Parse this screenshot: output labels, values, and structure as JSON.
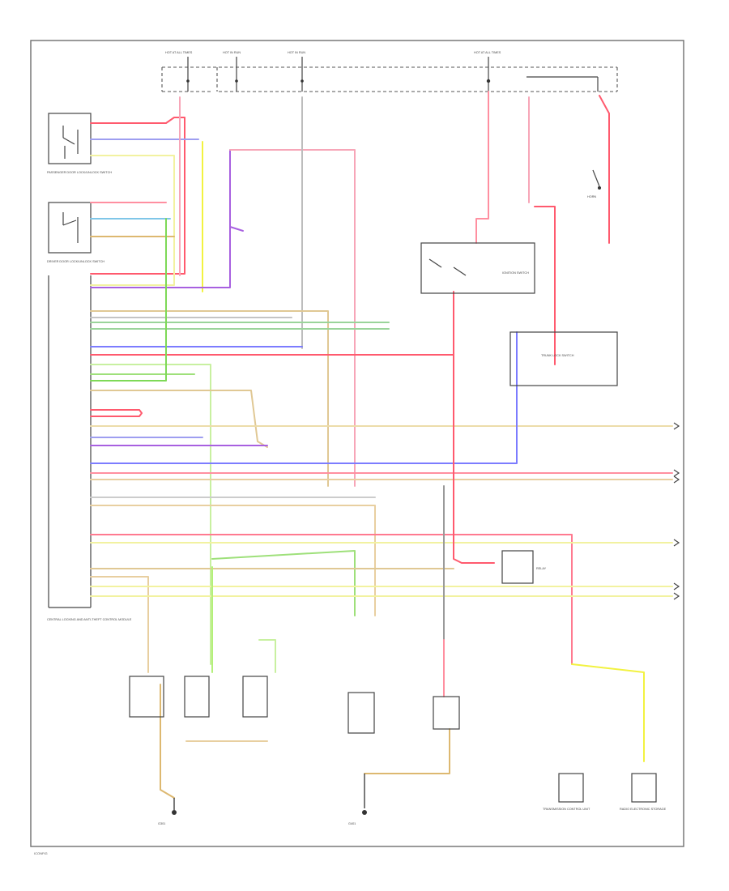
{
  "colors": {
    "red": "#ff5a6e",
    "pink": "#f7a6b8",
    "violet": "#a860e0",
    "blue": "#7c7cff",
    "ltblue": "#7fc6e8",
    "green": "#7ed957",
    "ltgreen": "#b4f07a",
    "yellow": "#f2f240",
    "tan": "#ddb870",
    "gray": "#a8a8a8",
    "black": "#444444",
    "bodytext": "#333333"
  },
  "labels": {
    "footer_code": "ICONFIG",
    "pass_seat": "PASSENGER DOOR LOCK/UNLOCK SWITCH",
    "driver_seat": "DRIVER DOOR LOCK/UNLOCK SWITCH",
    "ccm": "CENTRAL LOCKING AND ANTI-THEFT CONTROL MODULE",
    "trunk_switch": "TRUNK LOCK SWITCH",
    "ignition": "IGNITION SWITCH",
    "left_ground": "G301",
    "right_ground": "G401",
    "trans_unit": "TRANSMISSION CONTROL UNIT",
    "radio_unit": "RADIO ELECTRONIC STORAGE",
    "fuse_box_1": "HOT AT ALL TIMES",
    "fuse_box_2": "HOT IN RUN",
    "fuse_box_3": "HOT IN RUN",
    "fuse_box_4": "HOT AT ALL TIMES",
    "relay": "RELAY",
    "horn": "HORN"
  }
}
